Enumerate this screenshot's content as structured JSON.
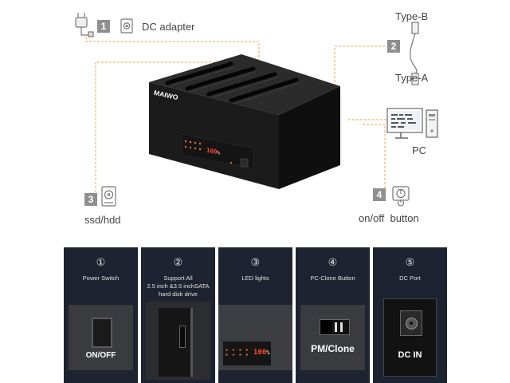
{
  "diagram": {
    "step1": {
      "num": "1",
      "label": "DC adapter"
    },
    "step2": {
      "num": "2"
    },
    "step3": {
      "num": "3",
      "label": "ssd/hdd"
    },
    "step4": {
      "num": "4",
      "label": "on/off  button"
    },
    "type_b": "Type-B",
    "type_a": "Type-A",
    "pc": "PC",
    "brand": "MAIWO",
    "display_value": "100",
    "display_unit": "%"
  },
  "features": [
    {
      "num": "①",
      "caption": "Power Switch",
      "photo_text": "ON/OFF"
    },
    {
      "num": "②",
      "caption": "Support All\n2.5 inch &3.5 inchSATA\nhard disk drive"
    },
    {
      "num": "③",
      "caption": "LED lights",
      "photo_text": "100",
      "photo_unit": "%"
    },
    {
      "num": "④",
      "caption": "PC-Clone Button",
      "photo_text": "PM/Clone"
    },
    {
      "num": "⑤",
      "caption": "DC Port",
      "photo_text": "DC IN"
    }
  ],
  "colors": {
    "panel_bg": "#1d2330",
    "dock_body": "#1b1b1b",
    "connector_line": "#f0a24b",
    "led": "#ff4a2a"
  }
}
